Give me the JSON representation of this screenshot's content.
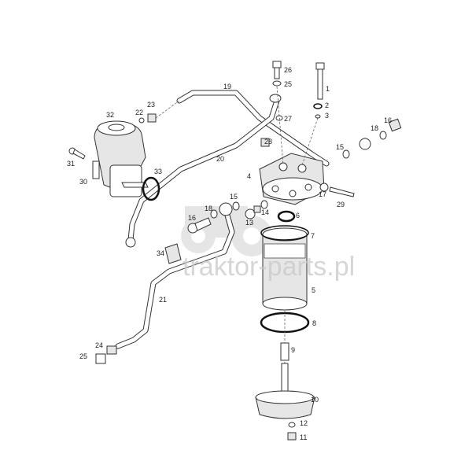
{
  "diagram": {
    "title": "Fuel filter and lift pump assembly",
    "watermark": "traktor-parts.pl",
    "labels": [
      "1",
      "2",
      "3",
      "4",
      "5",
      "6",
      "7",
      "8",
      "9",
      "10",
      "11",
      "12",
      "13",
      "14",
      "15",
      "15",
      "16",
      "16",
      "17",
      "18",
      "18",
      "19",
      "20",
      "21",
      "22",
      "23",
      "24",
      "25",
      "25",
      "26",
      "27",
      "28",
      "29",
      "30",
      "31",
      "32",
      "33",
      "34"
    ]
  }
}
